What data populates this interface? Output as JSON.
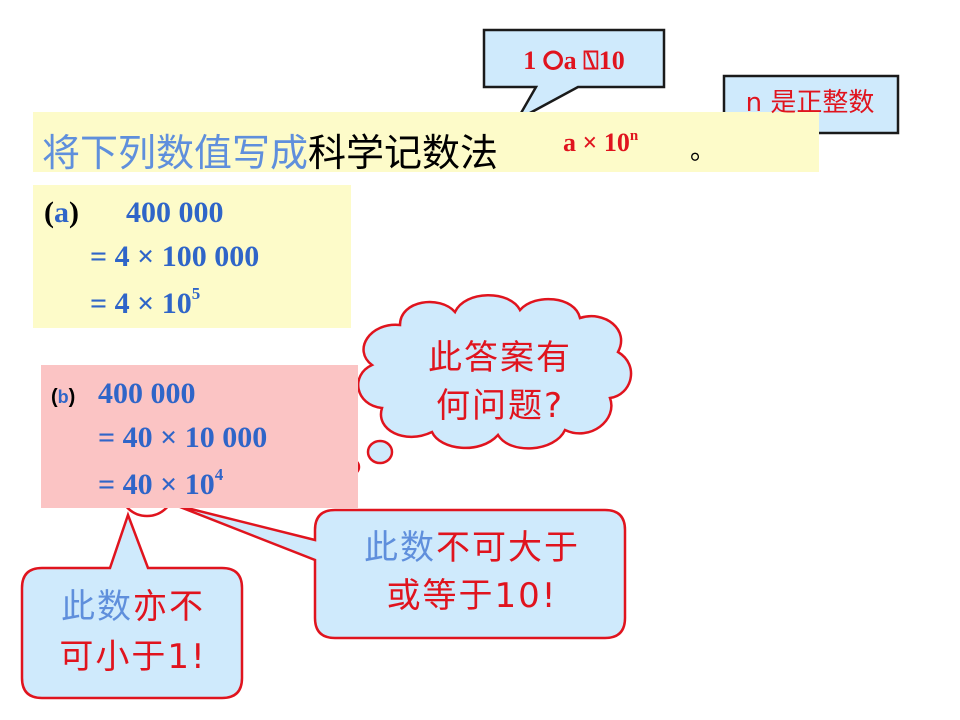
{
  "title": {
    "part_blue": "将下列数值写成",
    "part_black": "科学记数法",
    "formula_base": "a × 10",
    "formula_exp": "n",
    "period": "。"
  },
  "callout_top": {
    "text": "1 ⭘a ⍂10"
  },
  "callout_n": {
    "text": "n 是正整数"
  },
  "example_a": {
    "label_open": "(",
    "label_letter": "a",
    "label_close": ")",
    "line1": "400 000",
    "line2": "= 4 × 100 000",
    "line3_base": "= 4 × 10",
    "line3_exp": "5"
  },
  "example_b": {
    "label_open": "(",
    "label_letter": "b",
    "label_close": ")",
    "line1": "400 000",
    "line2": "= 40 × 10 000",
    "line3_base": "= 40 × 10",
    "line3_exp": "4"
  },
  "cloud": {
    "line1": "此答案有",
    "line2": "何问题?"
  },
  "right_bubble": {
    "line1_blue": "此数",
    "line1_red": "不可大于",
    "line2": "或等于10!"
  },
  "left_bubble": {
    "line1_blue": "此数",
    "line1_red": "亦不",
    "line2": "可小于1!"
  },
  "colors": {
    "accent_red": "#e0141e",
    "text_blue": "#5f8fdc",
    "yellow_box": "#fdfbc9",
    "pink_box": "#fbc4c4",
    "bubble_fill": "#cfeafc"
  }
}
